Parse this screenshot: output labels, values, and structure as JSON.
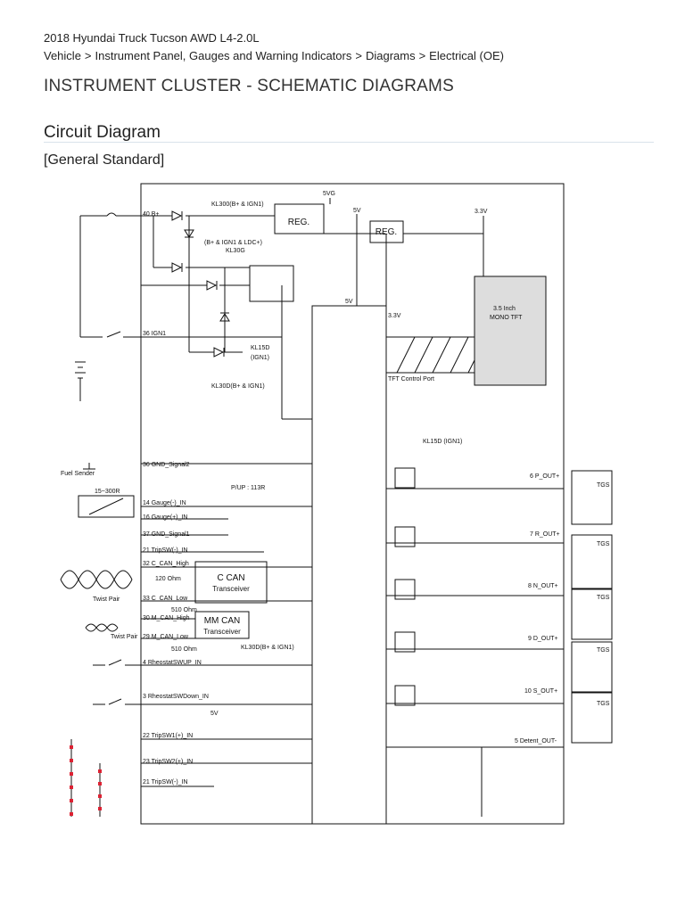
{
  "header": {
    "vehicle": "2018 Hyundai Truck Tucson AWD L4-2.0L",
    "breadcrumbs": [
      "Vehicle",
      "Instrument Panel, Gauges and Warning Indicators",
      "Diagrams",
      "Electrical (OE)"
    ],
    "page_title": "INSTRUMENT CLUSTER - SCHEMATIC DIAGRAMS"
  },
  "section": {
    "heading": "Circuit Diagram",
    "subheading": "[General Standard]"
  },
  "diagram": {
    "pins_left": [
      "40 B+",
      "36 IGN1",
      "36 GND_Signal2",
      "14 Gauge(-)_IN",
      "16 Gauge(+)_IN",
      "37 GND_Signal1",
      "21 TripSW(-)_IN",
      "32 C_CAN_High",
      "33 C_CAN_Low",
      "30 M_CAN_High",
      "29 M_CAN_Low",
      "4 RheostatSWUP_IN",
      "3 RheostatSWDown_IN",
      "22 TripSW1(+)_IN",
      "23 TripSW2(+)_IN",
      "21 TripSW(-)_IN"
    ],
    "pins_right": [
      "6 P_OUT+",
      "7 R_OUT+",
      "8 N_OUT+",
      "9 D_OUT+",
      "10 S_OUT+",
      "5 Detent_OUT-"
    ],
    "supply_labels": [
      "KL300(B+ & IGN1)",
      "(B+ & IGN1 & LDC+)",
      "KL30G",
      "KL15D",
      "(IGN1)",
      "KL30D(B+ & IGN1)",
      "KL30D(B+ & IGN1)",
      "KL15D (IGN1)"
    ],
    "voltages": [
      "5VG",
      "5V",
      "3.3V",
      "5V",
      "3.3V",
      "5V"
    ],
    "regulator_label": "REG.",
    "display": [
      "3.5 Inch",
      "MONO TFT"
    ],
    "tft_port": "TFT Control Port",
    "c_can": [
      "C CAN",
      "Transceiver"
    ],
    "mm_can": [
      "MM CAN",
      "Transceiver"
    ],
    "resistors": [
      "120 Ohm",
      "510 Ohm",
      "510 Ohm",
      "P/UP : 113R"
    ],
    "fuel_sender": "Fuel Sender",
    "sender_range": "15~300R",
    "twist_pair": "Twist Pair",
    "tgs": "TGS"
  }
}
